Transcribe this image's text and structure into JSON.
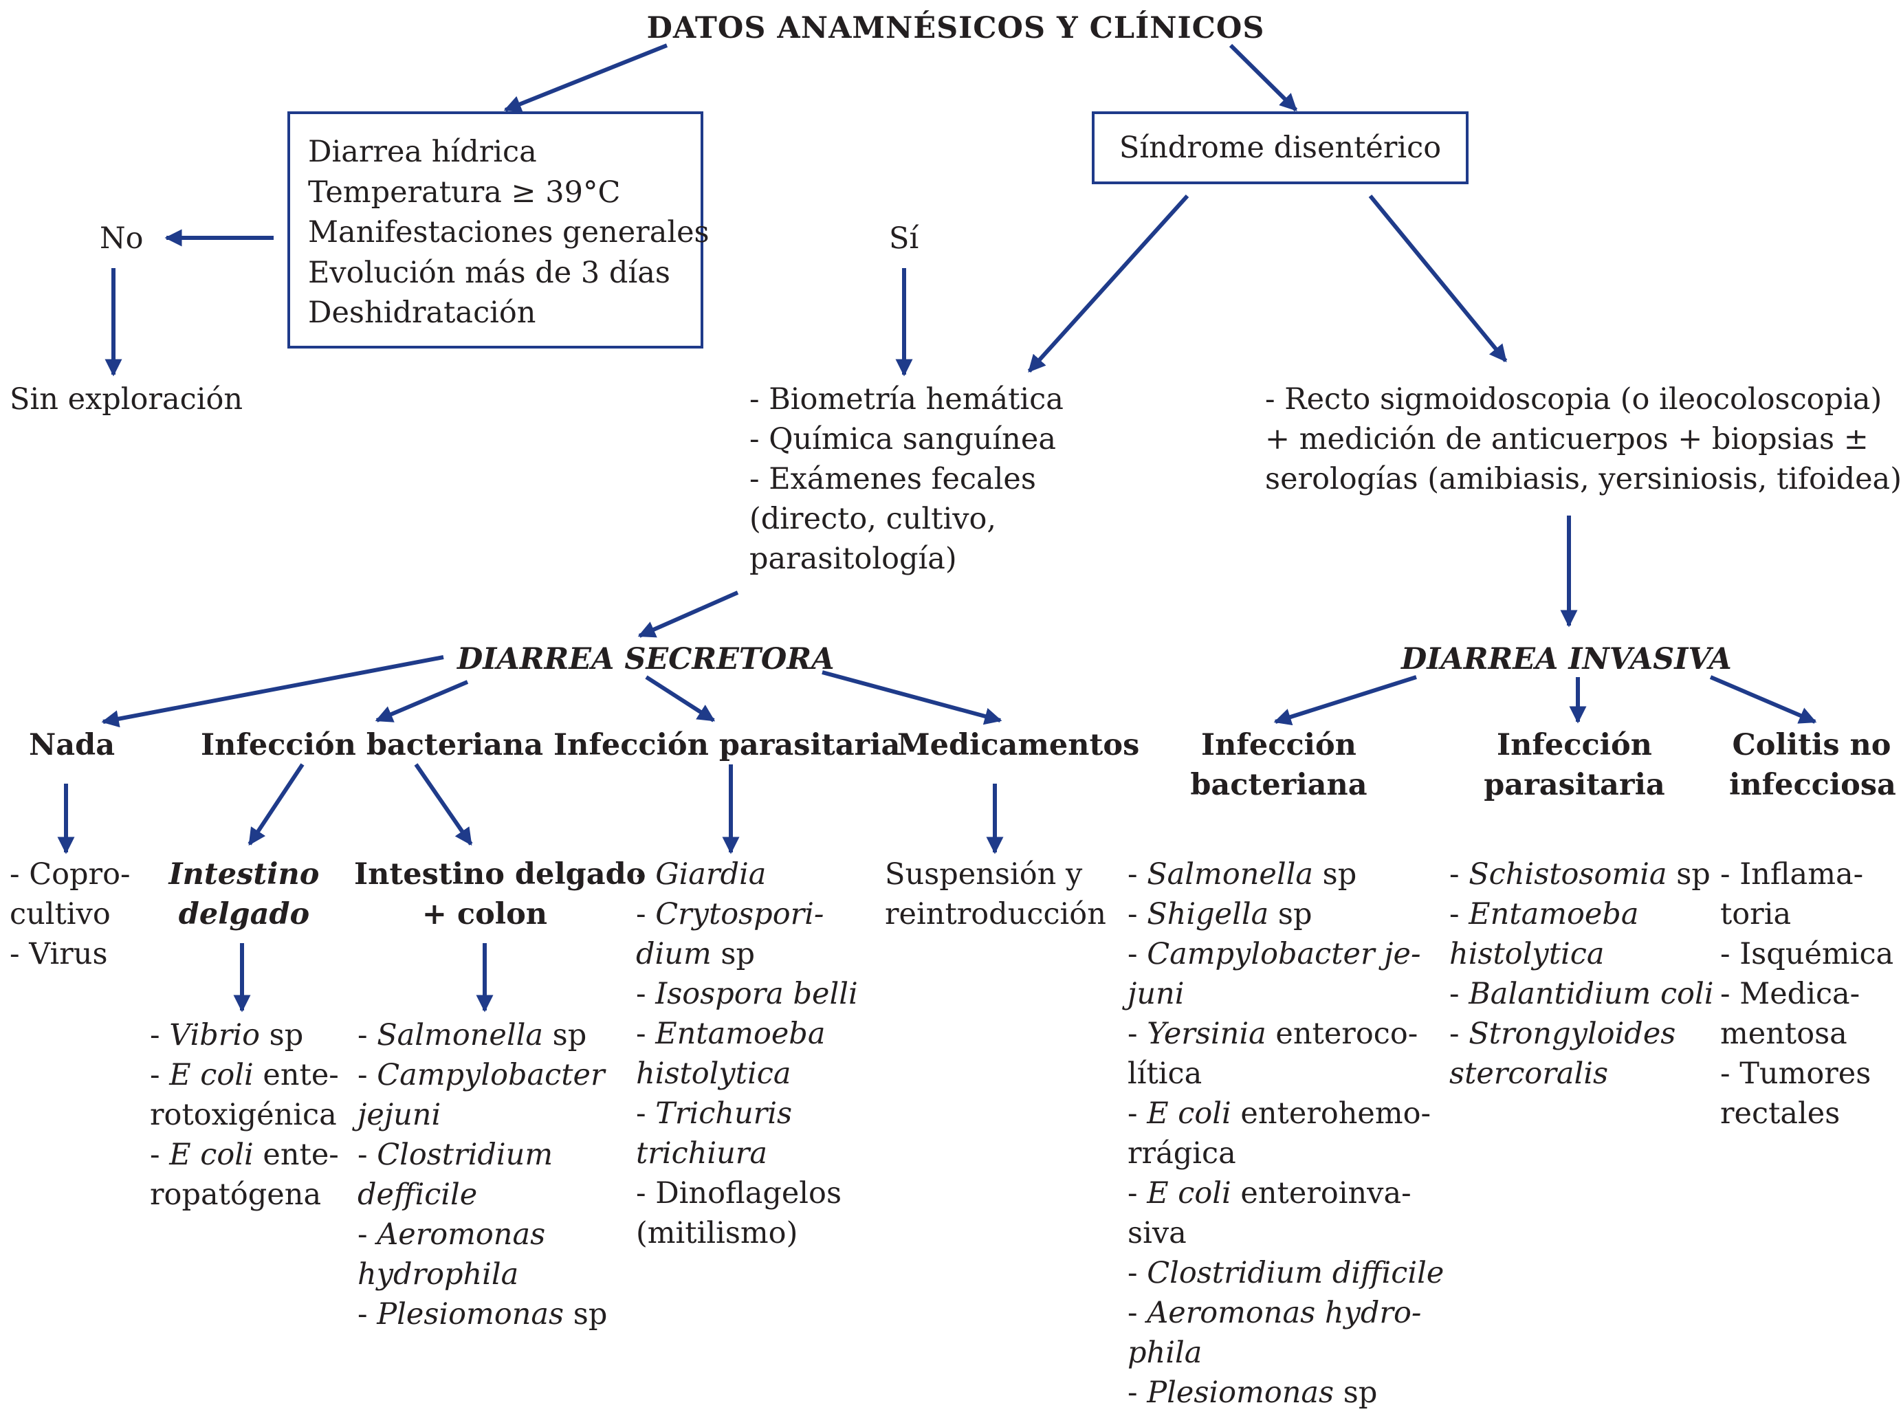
{
  "title": "DATOS ANAMNÉSICOS Y CLÍNICOS",
  "criteria_box": {
    "lines": [
      "Diarrea hídrica",
      "Temperatura ≥ 39°C",
      "Manifestaciones generales",
      "Evolución más de 3 días",
      "Deshidratación"
    ]
  },
  "no_label": "No",
  "si_label": "Sí",
  "sin_exploracion": "Sin exploración",
  "dysentery_box": "Síndrome disentérico",
  "lab_tests": [
    "- Biometría hemática",
    "- Química sanguínea",
    "- Exámenes fecales",
    "(directo, cultivo,",
    "parasitología)"
  ],
  "invasive_tests": [
    "- Recto sigmoidoscopia (o ileocoloscopia)",
    "+ medición de anticuerpos + biopsias ±",
    "serologías (amibiasis, yersiniosis, tifoidea)"
  ],
  "secretora": {
    "label": "DIARREA SECRETORA",
    "nada": {
      "label": "Nada",
      "items": [
        "- Copro-",
        "cultivo",
        "- Virus"
      ]
    },
    "bacterial": {
      "label": "Infección bacteriana",
      "small_intestine": {
        "label_lines": [
          "Intestino",
          "delgado"
        ],
        "items": [
          {
            "text": "Vibrio",
            "italic": true,
            "suffix": " sp"
          },
          {
            "text": "E coli",
            "italic": true,
            "suffix": " ente-"
          },
          {
            "text": "rotoxigénica",
            "italic": false,
            "suffix": "",
            "cont": true
          },
          {
            "text": "E coli",
            "italic": true,
            "suffix": " ente-"
          },
          {
            "text": "ropatógena",
            "italic": false,
            "suffix": "",
            "cont": true
          }
        ]
      },
      "small_colon": {
        "label_lines": [
          "Intestino delgado",
          "+ colon"
        ],
        "items": [
          {
            "text": "Salmonella",
            "italic": true,
            "suffix": " sp"
          },
          {
            "text": "Campylobacter",
            "italic": true,
            "suffix": ""
          },
          {
            "text": "jejuni",
            "italic": true,
            "suffix": "",
            "cont": true
          },
          {
            "text": "Clostridium",
            "italic": true,
            "suffix": ""
          },
          {
            "text": "defficile",
            "italic": true,
            "suffix": "",
            "cont": true
          },
          {
            "text": "Aeromonas",
            "italic": true,
            "suffix": ""
          },
          {
            "text": "hydrophila",
            "italic": true,
            "suffix": "",
            "cont": true
          },
          {
            "text": "Plesiomonas",
            "italic": true,
            "suffix": " sp"
          }
        ]
      }
    },
    "parasitic": {
      "label": "Infección parasitaria",
      "items": [
        {
          "text": "Giardia",
          "italic": true,
          "suffix": ""
        },
        {
          "text": "Crytospori-",
          "italic": true,
          "suffix": ""
        },
        {
          "text": "dium",
          "italic": true,
          "suffix": " sp",
          "cont": true
        },
        {
          "text": "Isospora belli",
          "italic": true,
          "suffix": ""
        },
        {
          "text": "Entamoeba",
          "italic": true,
          "suffix": ""
        },
        {
          "text": "histolytica",
          "italic": true,
          "suffix": "",
          "cont": true
        },
        {
          "text": "Trichuris",
          "italic": true,
          "suffix": ""
        },
        {
          "text": "trichiura",
          "italic": true,
          "suffix": "",
          "cont": true
        },
        {
          "text": "Dinoflagelos",
          "italic": false,
          "suffix": ""
        },
        {
          "text": "(mitilismo)",
          "italic": false,
          "suffix": "",
          "cont": true
        }
      ]
    },
    "medications": {
      "label": "Medicamentos",
      "items": [
        "Suspensión y",
        "reintroducción"
      ]
    }
  },
  "invasiva": {
    "label": "DIARREA INVASIVA",
    "bacterial": {
      "label_lines": [
        "Infección",
        "bacteriana"
      ],
      "items": [
        {
          "text": "Salmonella",
          "italic": true,
          "suffix": " sp"
        },
        {
          "text": "Shigella",
          "italic": true,
          "suffix": " sp"
        },
        {
          "text": "Campylobacter je-",
          "italic": true,
          "suffix": ""
        },
        {
          "text": "juni",
          "italic": true,
          "suffix": "",
          "cont": true
        },
        {
          "text": "Yersinia",
          "italic": true,
          "suffix": " enteroco-"
        },
        {
          "text": "lítica",
          "italic": false,
          "suffix": "",
          "cont": true
        },
        {
          "text": "E coli",
          "italic": true,
          "suffix": " enterohemo-"
        },
        {
          "text": "rrágica",
          "italic": false,
          "suffix": "",
          "cont": true
        },
        {
          "text": "E coli",
          "italic": true,
          "suffix": " enteroinva-"
        },
        {
          "text": "siva",
          "italic": false,
          "suffix": "",
          "cont": true
        },
        {
          "text": "Clostridium difficile",
          "italic": true,
          "suffix": ""
        },
        {
          "text": "Aeromonas hydro-",
          "italic": true,
          "suffix": ""
        },
        {
          "text": "phila",
          "italic": true,
          "suffix": "",
          "cont": true
        },
        {
          "text": "Plesiomonas",
          "italic": true,
          "suffix": " sp"
        }
      ]
    },
    "parasitic": {
      "label_lines": [
        "Infección",
        "parasitaria"
      ],
      "items": [
        {
          "text": "Schistosomia",
          "italic": true,
          "suffix": " sp"
        },
        {
          "text": "Entamoeba",
          "italic": true,
          "suffix": ""
        },
        {
          "text": "histolytica",
          "italic": true,
          "suffix": "",
          "cont": true
        },
        {
          "text": "Balantidium coli",
          "italic": true,
          "suffix": ""
        },
        {
          "text": "Strongyloides",
          "italic": true,
          "suffix": ""
        },
        {
          "text": "stercoralis",
          "italic": true,
          "suffix": "",
          "cont": true
        }
      ]
    },
    "colitis": {
      "label_lines": [
        "Colitis no",
        "infecciosa"
      ],
      "items": [
        "- Inflama-",
        "toria",
        "- Isquémica",
        "- Medica-",
        "mentosa",
        "- Tumores",
        "rectales"
      ]
    }
  },
  "colors": {
    "arrow": "#1f3b8a",
    "text": "#231f20",
    "box_border": "#1f3b8a"
  }
}
